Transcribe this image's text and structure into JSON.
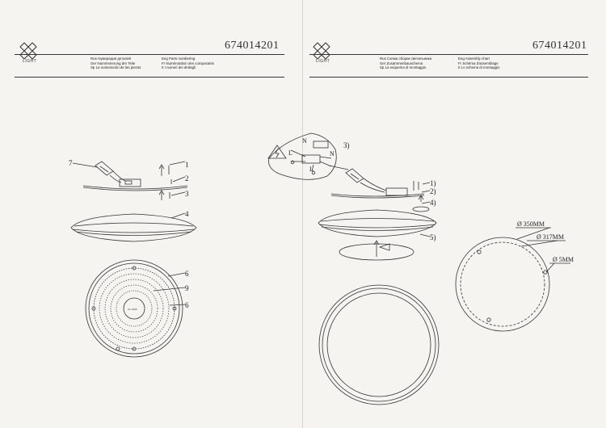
{
  "left_sheet": {
    "brand": "LIGHT",
    "doc_code": "674014201",
    "header": {
      "col1": [
        "Rus Нумерация деталей",
        "Ger Nummerierung der Teile",
        "Sp La numeración de las piezas"
      ],
      "col2": [
        "Eng Parts numbering",
        "Fr Numérotation des composants",
        "It I numeri dei dettagli"
      ]
    },
    "callouts": [
      "7",
      "1",
      "2",
      "3",
      "4",
      "6",
      "9",
      "6"
    ],
    "module_label": "AC 220V"
  },
  "right_sheet": {
    "brand": "LIGHT",
    "doc_code": "674014201",
    "header": {
      "col1": [
        "Rus Схема сборки светильника",
        "Ger Zusammenbauschema",
        "Sp La esquema di montaggio"
      ],
      "col2": [
        "Eng Assembly chart",
        "Fr Schéma d'assemblage",
        "It Lo schema di montaggio"
      ]
    },
    "steps": [
      "3)",
      "1)",
      "2)",
      "4)",
      "5)"
    ],
    "wiring_labels": [
      "N",
      "L",
      "N",
      "L"
    ],
    "dimensions": [
      "Ø 350MM",
      "Ø 317MM",
      "Ø 5MM"
    ]
  },
  "colors": {
    "paper": "#f5f4f0",
    "ink": "#333333"
  }
}
